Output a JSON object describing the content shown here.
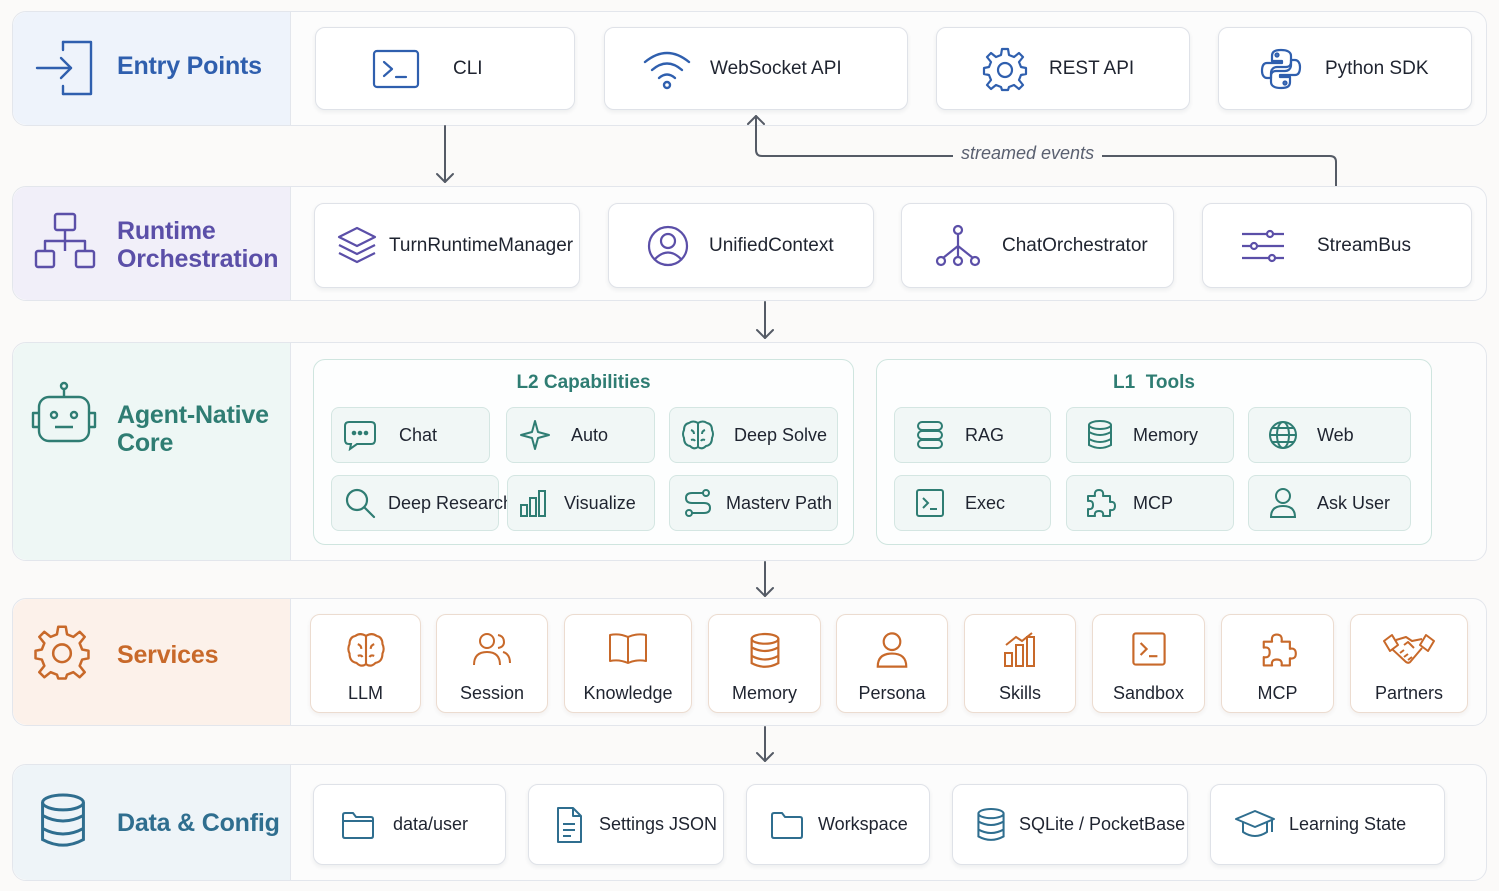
{
  "layers": {
    "entry": {
      "title": "Entry Points",
      "color": "#2f5fae"
    },
    "runtime": {
      "title_line1": "Runtime",
      "title_line2": "Orchestration",
      "color": "#5b4fa8"
    },
    "core": {
      "title_line1": "Agent-Native",
      "title_line2": "Core",
      "color": "#2f7d73"
    },
    "services": {
      "title": "Services",
      "color": "#c8692a"
    },
    "data": {
      "title": "Data & Config",
      "color": "#2f6e8f"
    }
  },
  "entry_cards": [
    {
      "label": "CLI",
      "icon": "terminal-icon"
    },
    {
      "label": "WebSocket API",
      "icon": "wifi-icon"
    },
    {
      "label": "REST API",
      "icon": "gear-icon"
    },
    {
      "label": "Python SDK",
      "icon": "python-icon"
    }
  ],
  "streamed_events_label": "streamed events",
  "runtime_cards": [
    {
      "label": "TurnRuntimeManager",
      "icon": "layers-icon"
    },
    {
      "label": "UnifiedContext",
      "icon": "user-circle-icon"
    },
    {
      "label": "ChatOrchestrator",
      "icon": "network-icon"
    },
    {
      "label": "StreamBus",
      "icon": "sliders-icon"
    }
  ],
  "capabilities": {
    "title": "L2 Capabilities",
    "items": [
      {
        "label": "Chat",
        "icon": "chat-icon"
      },
      {
        "label": "Auto",
        "icon": "sparkle-icon"
      },
      {
        "label": "Deep Solve",
        "icon": "brain-icon"
      },
      {
        "label": "Deep Research",
        "icon": "search-icon"
      },
      {
        "label": "Visualize",
        "icon": "bar-chart-icon"
      },
      {
        "label": "Masterv Path",
        "icon": "path-icon"
      }
    ]
  },
  "tools": {
    "title": "L1  Tools",
    "items": [
      {
        "label": "RAG",
        "icon": "database-stack-icon"
      },
      {
        "label": "Memory",
        "icon": "database-icon"
      },
      {
        "label": "Web",
        "icon": "globe-icon"
      },
      {
        "label": "Exec",
        "icon": "terminal-icon"
      },
      {
        "label": "MCP",
        "icon": "puzzle-icon"
      },
      {
        "label": "Ask User",
        "icon": "user-icon"
      }
    ]
  },
  "services": [
    {
      "label": "LLM",
      "icon": "brain-icon"
    },
    {
      "label": "Session",
      "icon": "users-icon"
    },
    {
      "label": "Knowledge",
      "icon": "book-icon"
    },
    {
      "label": "Memory",
      "icon": "database-icon"
    },
    {
      "label": "Persona",
      "icon": "user-icon"
    },
    {
      "label": "Skills",
      "icon": "bar-chart-icon"
    },
    {
      "label": "Sandbox",
      "icon": "terminal-icon"
    },
    {
      "label": "MCP",
      "icon": "puzzle-icon"
    },
    {
      "label": "Partners",
      "icon": "handshake-icon"
    }
  ],
  "data_cards": [
    {
      "label": "data/user",
      "icon": "folder-icon"
    },
    {
      "label": "Settings JSON",
      "icon": "document-icon"
    },
    {
      "label": "Workspace",
      "icon": "folder-icon"
    },
    {
      "label": "SQLite / PocketBase",
      "icon": "database-icon"
    },
    {
      "label": "Learning State",
      "icon": "graduation-cap-icon"
    }
  ]
}
